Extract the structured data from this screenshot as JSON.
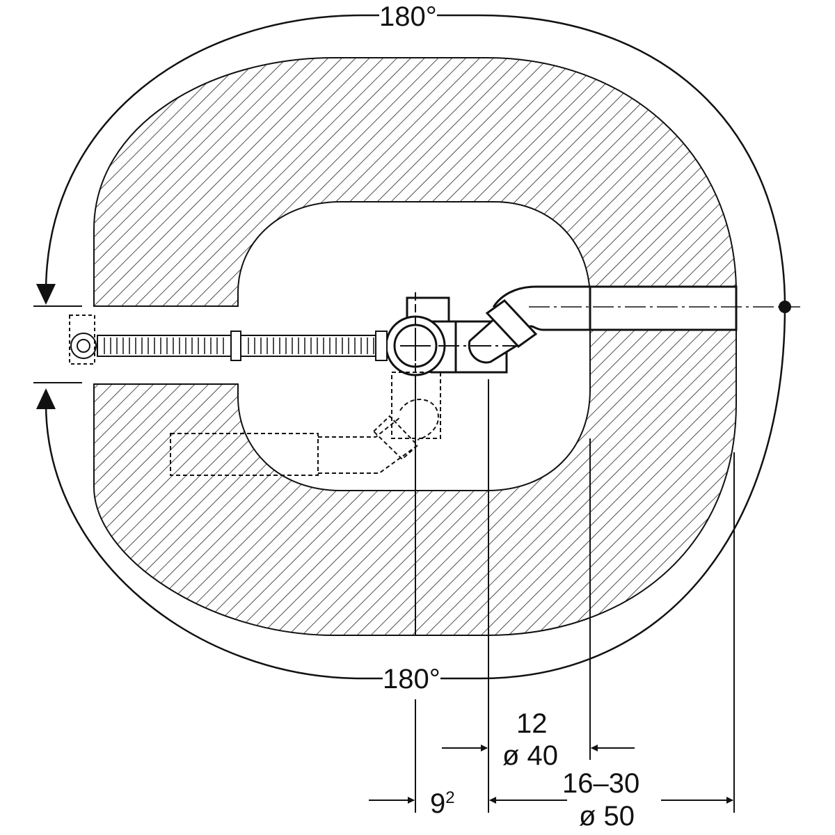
{
  "labels": {
    "angle_top": "180°",
    "angle_bottom": "180°",
    "dim_12": "12",
    "dim_d40": "ø 40",
    "dim_16_30": "16–30",
    "dim_d50": "ø 50",
    "dim_9": "9",
    "dim_9_sup": "2"
  },
  "colors": {
    "line": "#111111",
    "background": "#ffffff"
  }
}
